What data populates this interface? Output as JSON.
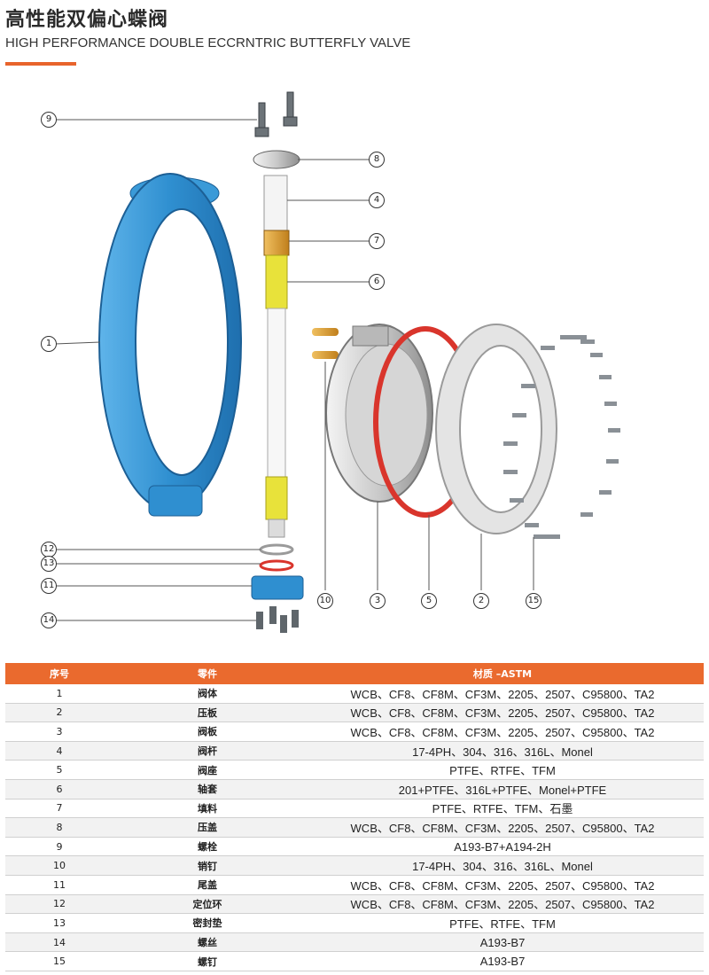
{
  "title_cn": "高性能双偏心蝶阀",
  "title_en": "HIGH PERFORMANCE DOUBLE ECCRNTRIC BUTTERFLY VALVE",
  "callouts": [
    "9",
    "8",
    "4",
    "7",
    "6",
    "1",
    "12",
    "13",
    "11",
    "14",
    "10",
    "3",
    "5",
    "2",
    "15"
  ],
  "colors": {
    "accent": "#ea6a2e",
    "body_blue": "#2f8fd0",
    "seal_red": "#d9352c",
    "sleeve_yellow": "#e8e23a",
    "brass": "#d99a2e"
  },
  "table": {
    "headers": [
      "序号",
      "零件",
      "材质 –ASTM"
    ],
    "rows": [
      [
        "1",
        "阀体",
        "WCB、CF8、CF8M、CF3M、2205、2507、C95800、TA2"
      ],
      [
        "2",
        "压板",
        "WCB、CF8、CF8M、CF3M、2205、2507、C95800、TA2"
      ],
      [
        "3",
        "阀板",
        "WCB、CF8、CF8M、CF3M、2205、2507、C95800、TA2"
      ],
      [
        "4",
        "阀杆",
        "17-4PH、304、316、316L、Monel"
      ],
      [
        "5",
        "阀座",
        "PTFE、RTFE、TFM"
      ],
      [
        "6",
        "轴套",
        "201+PTFE、316L+PTFE、Monel+PTFE"
      ],
      [
        "7",
        "填料",
        "PTFE、RTFE、TFM、石墨"
      ],
      [
        "8",
        "压盖",
        "WCB、CF8、CF8M、CF3M、2205、2507、C95800、TA2"
      ],
      [
        "9",
        "螺栓",
        "A193-B7+A194-2H"
      ],
      [
        "10",
        "销钉",
        "17-4PH、304、316、316L、Monel"
      ],
      [
        "11",
        "尾盖",
        "WCB、CF8、CF8M、CF3M、2205、2507、C95800、TA2"
      ],
      [
        "12",
        "定位环",
        "WCB、CF8、CF8M、CF3M、2205、2507、C95800、TA2"
      ],
      [
        "13",
        "密封垫",
        "PTFE、RTFE、TFM"
      ],
      [
        "14",
        "螺丝",
        "A193-B7"
      ],
      [
        "15",
        "螺钉",
        "A193-B7"
      ]
    ]
  }
}
